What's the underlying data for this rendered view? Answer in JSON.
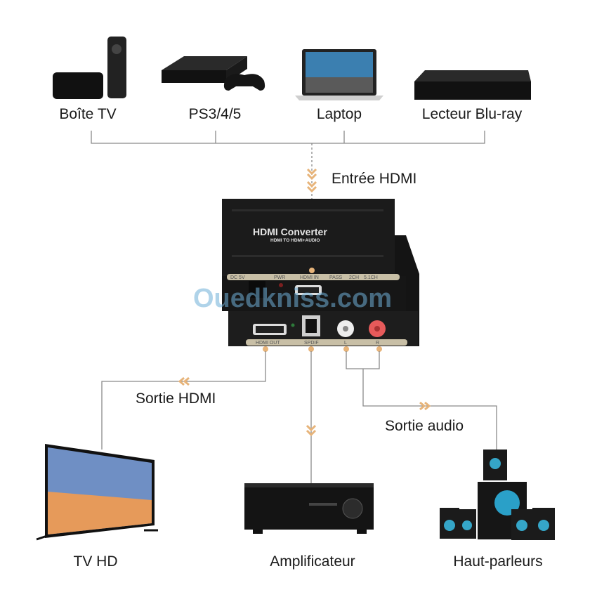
{
  "sources": [
    "Boîte TV",
    "PS3/4/5",
    "Laptop",
    "Lecteur Blu-ray"
  ],
  "input_label": "Entrée HDMI",
  "converter": {
    "title": "HDMI  Converter",
    "subtitle": "HDMI TO HDMI+AUDIO",
    "top_ports": [
      "DC 5V",
      "PWR",
      "HDMI IN",
      "PASS",
      "2CH",
      "5.1CH"
    ],
    "bottom_ports": [
      "HDMI OUT",
      "SPDIF",
      "L",
      "R"
    ]
  },
  "outputs": {
    "hdmi_label": "Sortie HDMI",
    "audio_label": "Sortie audio"
  },
  "destinations": [
    "TV HD",
    "Amplificateur",
    "Haut-parleurs"
  ],
  "watermark": "Ouedkniss.com",
  "colors": {
    "arrow": "#e7b47a",
    "line": "#8a8a8a",
    "device": "#1c1c1c"
  }
}
